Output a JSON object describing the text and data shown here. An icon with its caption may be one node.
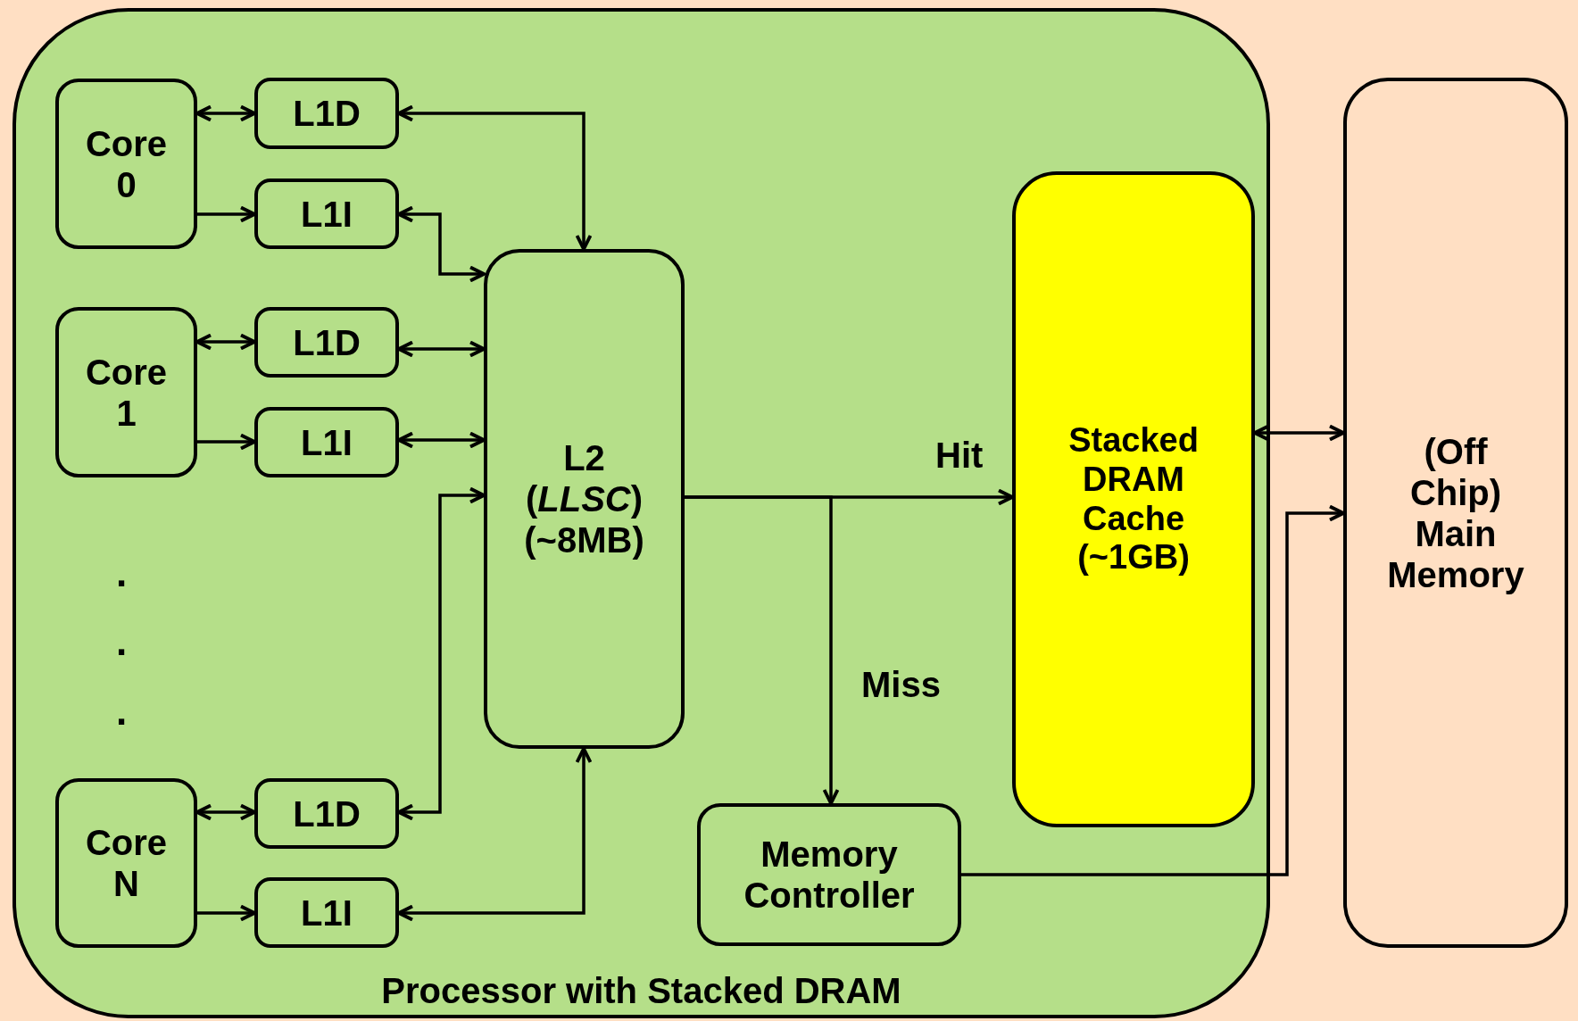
{
  "diagram": {
    "nodes": [
      {
        "text": [
          "Processor with Stacked DRAM"
        ]
      },
      {
        "text": [
          "Core 0"
        ],
        "in": 0
      },
      {
        "text": [
          "L1D"
        ],
        "in": 0
      },
      {
        "text": [
          "L1I"
        ],
        "in": 0
      },
      {
        "text": [
          "Core 1"
        ],
        "in": 0
      },
      {
        "text": [
          "L1D"
        ],
        "in": 0
      },
      {
        "text": [
          "L1I"
        ],
        "in": 0
      },
      {
        "text": [
          "Core N"
        ],
        "in": 0
      },
      {
        "text": [
          "L1D"
        ],
        "in": 0
      },
      {
        "text": [
          "L1I"
        ],
        "in": 0
      },
      {
        "text": [
          "L2 (*LLSC*) (~8MB)"
        ],
        "in": 0
      },
      {
        "text": [
          "Stacked DRAM Cache (~1GB)"
        ],
        "in": 0
      },
      {
        "text": [
          "Memory Controller"
        ],
        "in": 0
      },
      {
        "text": [
          "(Off Chip) Main Memory"
        ]
      }
    ],
    "edges": [
      {
        "from": 1,
        "to": 2,
        "arrow": "both"
      },
      {
        "from": 1,
        "to": 3,
        "arrow": "to"
      },
      {
        "from": 2,
        "to": 10,
        "arrow": "both"
      },
      {
        "from": 3,
        "to": 10,
        "arrow": "both"
      },
      {
        "from": 4,
        "to": 5,
        "arrow": "both"
      },
      {
        "from": 4,
        "to": 6,
        "arrow": "to"
      },
      {
        "from": 5,
        "to": 10,
        "arrow": "both"
      },
      {
        "from": 6,
        "to": 10,
        "arrow": "both"
      },
      {
        "from": 7,
        "to": 8,
        "arrow": "both"
      },
      {
        "from": 7,
        "to": 9,
        "arrow": "to"
      },
      {
        "from": 8,
        "to": 10,
        "arrow": "both"
      },
      {
        "from": 9,
        "to": 10,
        "arrow": "both"
      },
      {
        "from": 10,
        "to": 11,
        "arrow": "to",
        "label": "Hit"
      },
      {
        "from": 10,
        "to": 12,
        "arrow": "to",
        "label": "Miss"
      },
      {
        "from": 11,
        "to": 13,
        "arrow": "both"
      },
      {
        "from": 12,
        "to": 13,
        "arrow": "to"
      }
    ],
    "labels": [
      ".",
      ".",
      "."
    ]
  }
}
